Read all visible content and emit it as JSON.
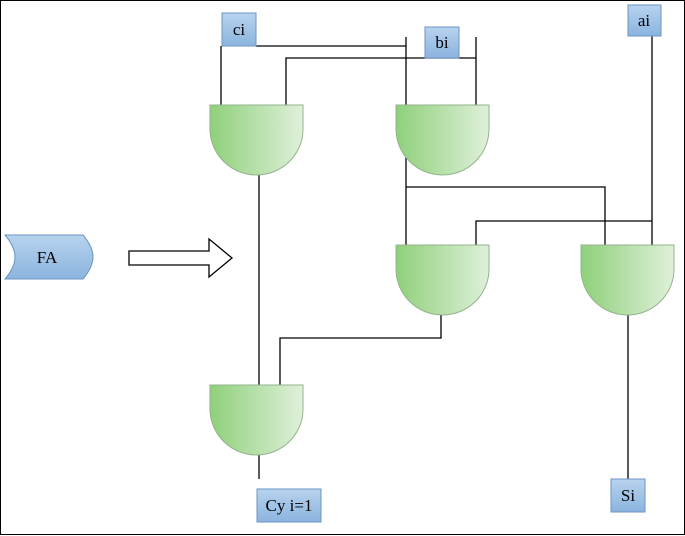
{
  "labels": {
    "ci": "ci",
    "bi": "bi",
    "ai": "ai",
    "fa": "FA",
    "carry_out": "Cy i=1",
    "sum": "Si"
  },
  "colors": {
    "gate_dark": "#8fd07b",
    "gate_light": "#dff0da",
    "gate_stroke": "#93b38c",
    "label_box_top": "#b8d3ee",
    "label_box_bottom": "#8bb4df",
    "label_box_stroke": "#6b95c2",
    "wire": "#000000"
  },
  "icons": {
    "gate": "and-gate-icon",
    "arrow": "right-arrow-icon",
    "fa_tag": "tag-shape-icon"
  }
}
